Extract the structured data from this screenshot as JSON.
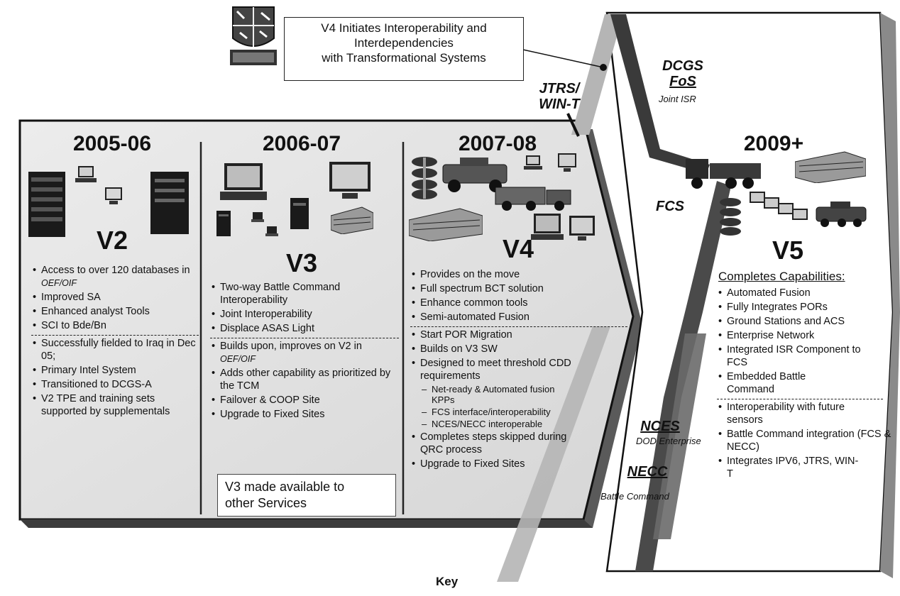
{
  "callout": {
    "line1": "V4 Initiates Interoperability and",
    "line2": "Interdependencies",
    "line3": "with Transformational Systems"
  },
  "systems": {
    "jtrs": "JTRS/",
    "wint": "WIN-T",
    "dcgs": "DCGS",
    "fos": "FoS",
    "joint_isr": "Joint ISR",
    "fcs": "FCS",
    "nces": "NCES",
    "dod_enterprise": "DOD Enterprise",
    "necc": "NECC",
    "battle_command": "Battle Command"
  },
  "phases": [
    {
      "year": "2005-06",
      "version": "V2",
      "items_top": [
        {
          "text": "Access to over 120 databases in ",
          "em": "OEF/OIF"
        },
        {
          "text": "Improved SA"
        },
        {
          "text": "Enhanced analyst Tools"
        },
        {
          "text": "SCI to Bde/Bn"
        }
      ],
      "items_bottom": [
        {
          "text": "Successfully fielded to Iraq in Dec 05;"
        },
        {
          "text": "Primary Intel System"
        },
        {
          "text": "Transitioned to DCGS-A"
        },
        {
          "text": "V2 TPE and training sets supported by supplementals"
        }
      ]
    },
    {
      "year": "2006-07",
      "version": "V3",
      "items_top": [
        {
          "text": "Two-way Battle Command Interoperability"
        },
        {
          "text": "Joint Interoperability"
        },
        {
          "text": "Displace ASAS Light"
        }
      ],
      "items_bottom": [
        {
          "text": "Builds upon, improves on V2 in ",
          "em": "OEF/OIF"
        },
        {
          "text": "Adds other capability as prioritized by the TCM"
        },
        {
          "text": "Failover & COOP Site"
        },
        {
          "text": "Upgrade to Fixed Sites"
        }
      ],
      "note_line1": "V3 made available to",
      "note_line2": "other Services"
    },
    {
      "year": "2007-08",
      "version": "V4",
      "items_top": [
        {
          "text": "Provides on the move"
        },
        {
          "text": "Full spectrum BCT solution"
        },
        {
          "text": "Enhance common tools"
        },
        {
          "text": "Semi-automated Fusion"
        }
      ],
      "items_bottom": [
        {
          "text": "Start POR Migration"
        },
        {
          "text": "Builds on V3 SW"
        },
        {
          "text": "Designed to meet threshold CDD requirements"
        }
      ],
      "sub_items": [
        "Net-ready & Automated fusion KPPs",
        "FCS interface/interoperability",
        "NCES/NECC interoperable"
      ],
      "items_end": [
        {
          "text": "Completes steps skipped during QRC process"
        },
        {
          "text": "Upgrade to Fixed Sites"
        }
      ]
    },
    {
      "year": "2009+",
      "version": "V5",
      "heading": "Completes Capabilities:",
      "items_top": [
        {
          "text": "Automated Fusion"
        },
        {
          "text": "Fully Integrates PORs"
        },
        {
          "text": "Ground Stations and ACS"
        },
        {
          "text": "Enterprise Network"
        },
        {
          "text": "Integrated ISR Component to FCS"
        },
        {
          "text": "Embedded Battle Command"
        }
      ],
      "items_bottom": [
        {
          "text": "Interoperability with future sensors"
        },
        {
          "text": "Battle Command integration (FCS & NECC)"
        },
        {
          "text": "Integrates IPV6, JTRS, WIN-T"
        }
      ]
    }
  ],
  "caption": "Key",
  "colors": {
    "panel": "#e4e4e4",
    "band_light": "#b8b8b8",
    "band_dark": "#4a4a4a",
    "shadow": "#5a5a5a"
  },
  "icons": {
    "crest": "unit-crest-icon",
    "server": "server-rack-icon",
    "laptop": "laptop-icon",
    "monitor": "monitor-icon",
    "building": "building-icon",
    "truck": "military-truck-icon",
    "antenna": "satellite-dish-stack-icon",
    "vehicle": "armored-vehicle-icon"
  }
}
